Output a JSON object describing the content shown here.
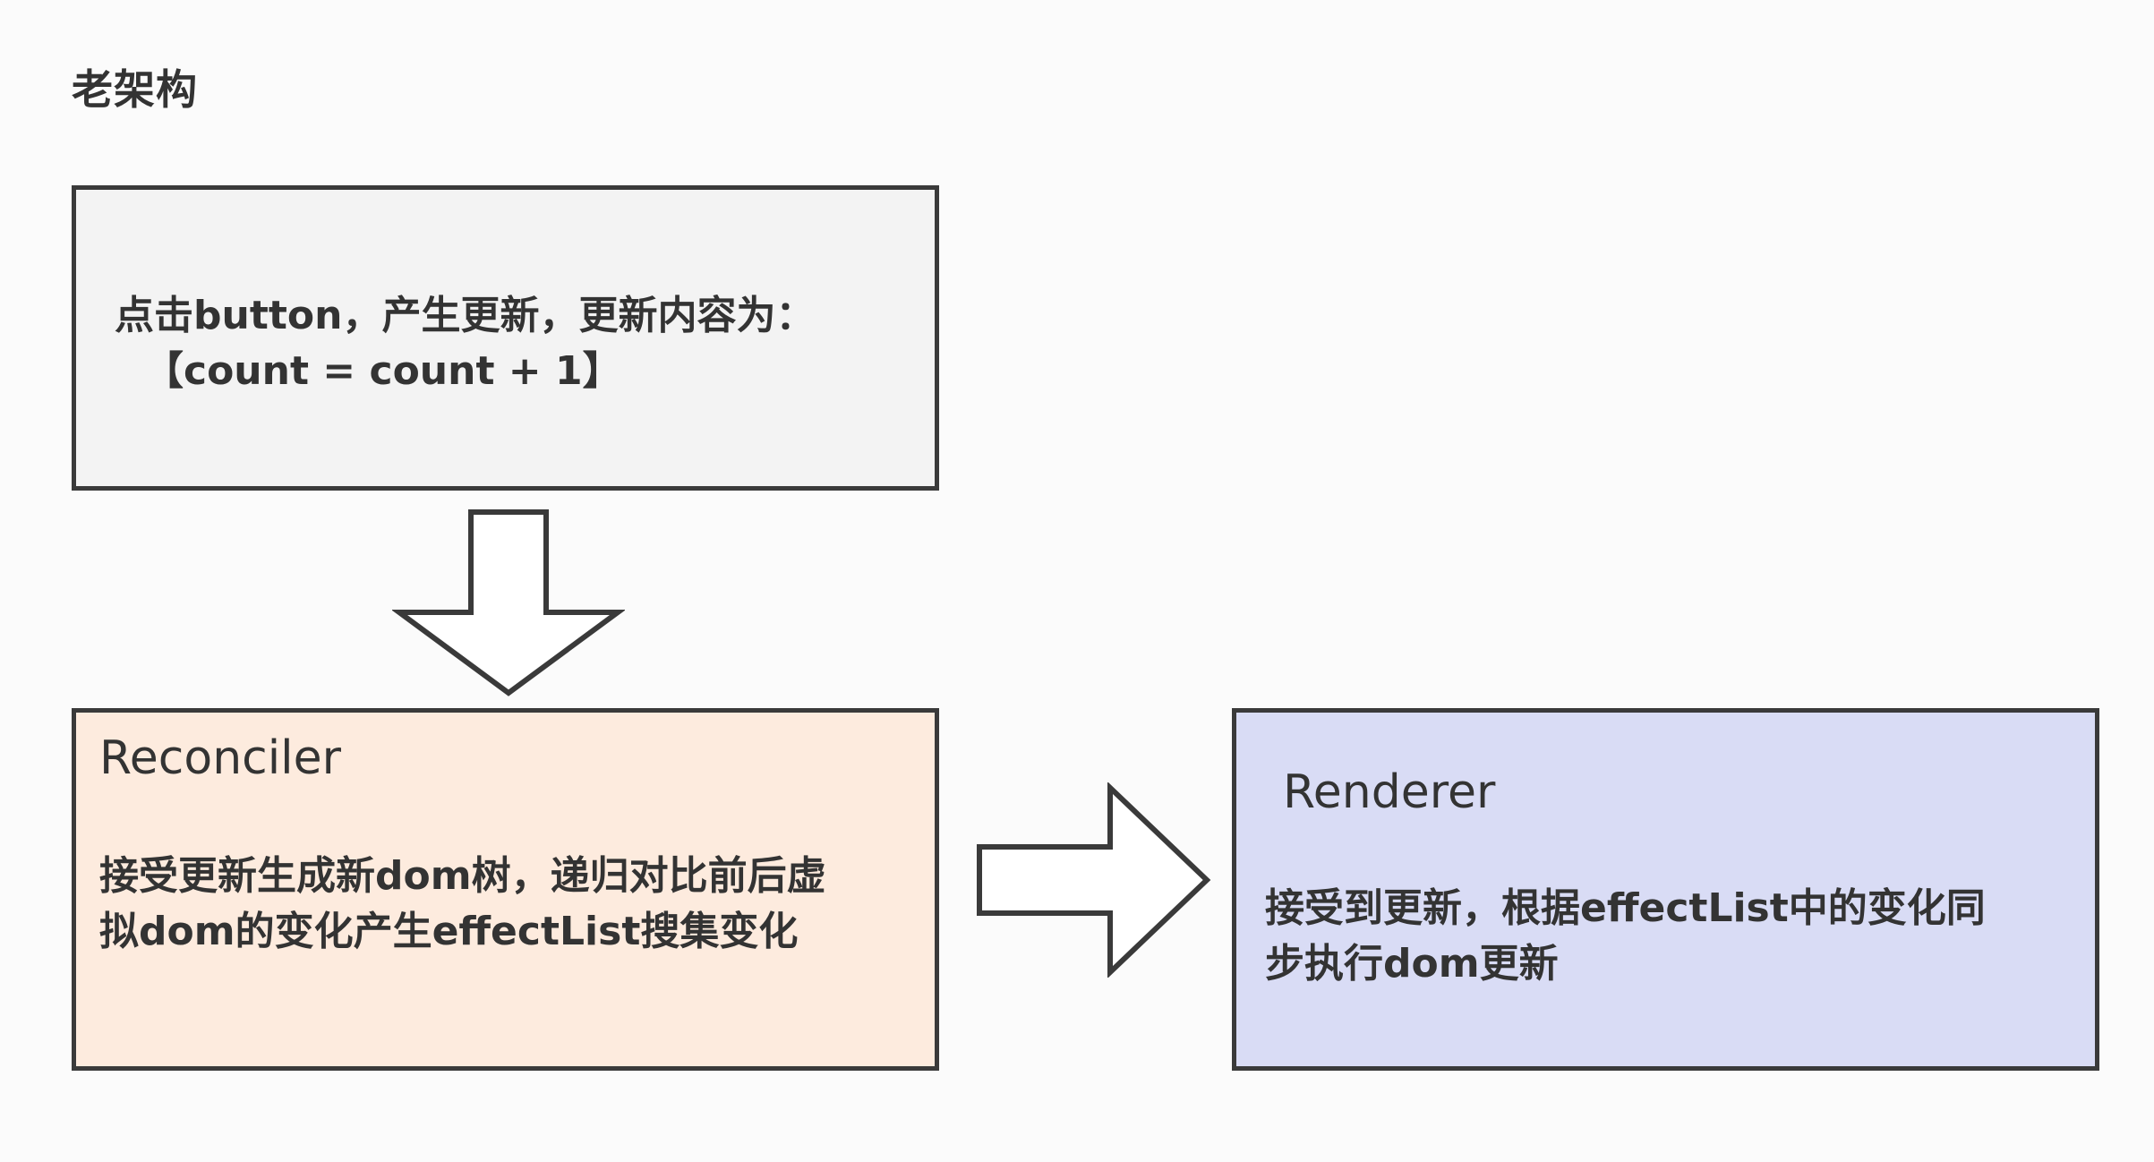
{
  "title": "老架构",
  "update_box": {
    "line1": "点击button，产生更新，更新内容为：",
    "line2": "【count = count + 1】",
    "fill": "#f3f3f3"
  },
  "reconciler_box": {
    "heading": "Reconciler",
    "line1": "接受更新生成新dom树，递归对比前后虚",
    "line2": "拟dom的变化产生effectList搜集变化",
    "fill": "#fdebde"
  },
  "renderer_box": {
    "heading": "Renderer",
    "line1": "接受到更新，根据effectList中的变化同",
    "line2": "步执行dom更新",
    "fill": "#d9dcf5"
  },
  "arrows": [
    {
      "name": "down-arrow-icon",
      "direction": "down"
    },
    {
      "name": "right-arrow-icon",
      "direction": "right"
    }
  ],
  "colors": {
    "background": "#fbfbfb",
    "border": "#3a3a3a",
    "text": "#333333"
  }
}
